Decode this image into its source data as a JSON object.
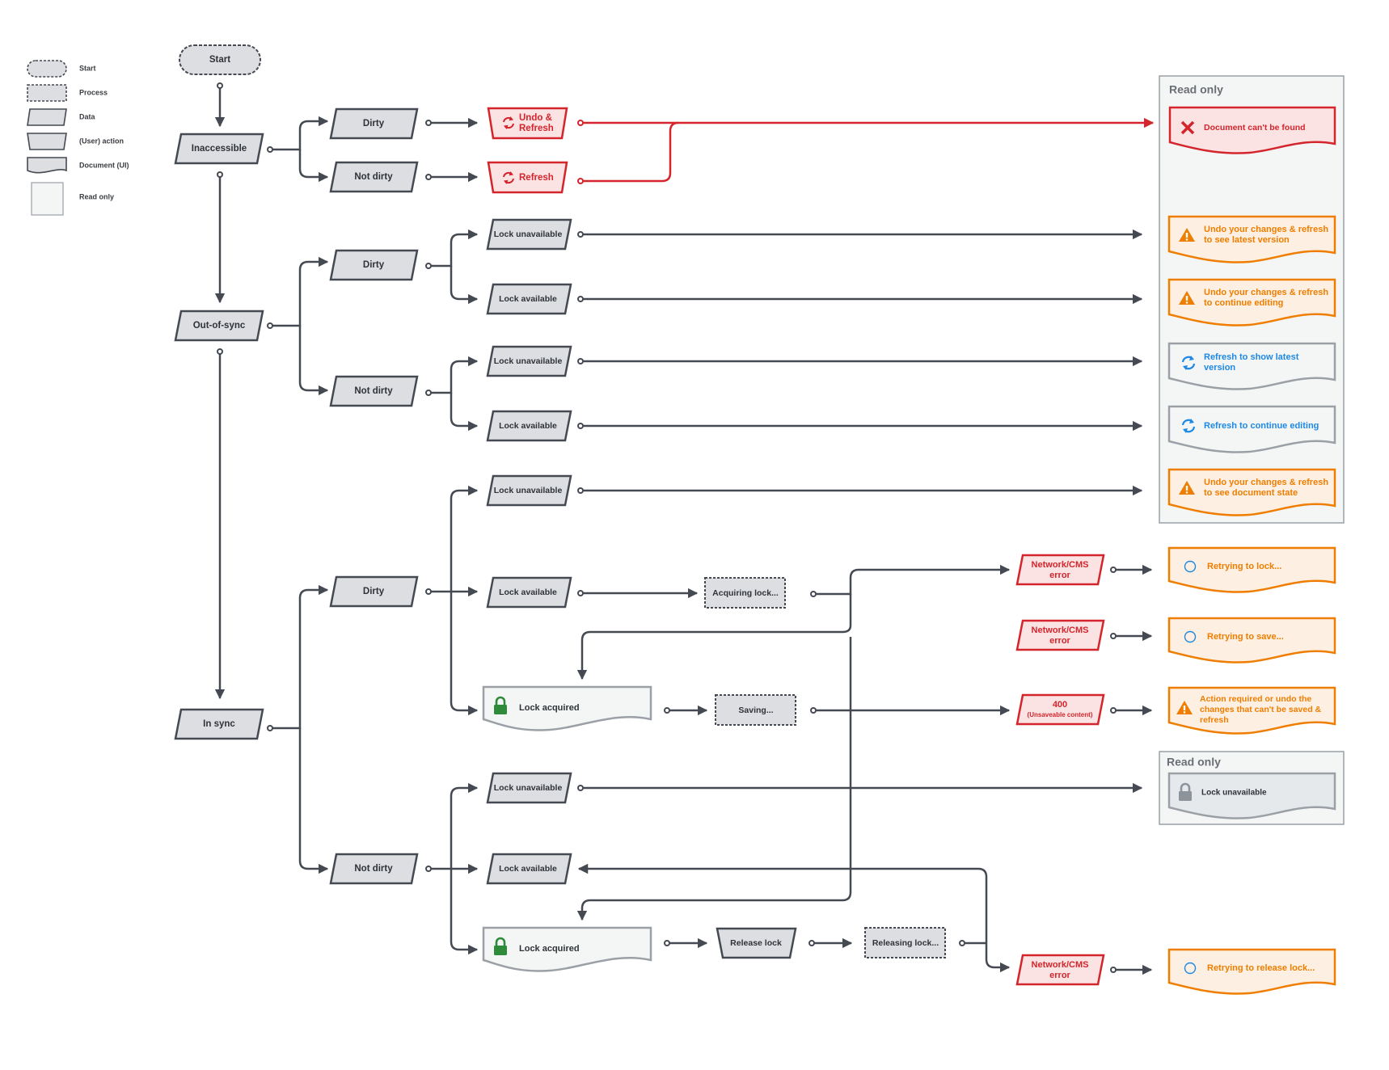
{
  "legend": {
    "start": "Start",
    "process": "Process",
    "data": "Data",
    "action": "(User) action",
    "document": "Document (UI)",
    "readonly": "Read only"
  },
  "nodes": {
    "start": "Start",
    "inaccessible": "Inaccessible",
    "out_of_sync": "Out-of-sync",
    "in_sync": "In sync",
    "dirty": "Dirty",
    "not_dirty": "Not dirty",
    "undo_refresh_1": "Undo &",
    "undo_refresh_2": "Refresh",
    "refresh": "Refresh",
    "lock_unavailable": "Lock unavailable",
    "lock_available": "Lock available",
    "lock_acquired": "Lock acquired",
    "acquiring_lock": "Acquiring lock...",
    "saving": "Saving...",
    "release_lock": "Release lock",
    "releasing_lock": "Releasing lock...",
    "network_error_1": "Network/CMS",
    "network_error_2": "error",
    "code_400": "400",
    "unsaveable": "(Unsaveable content)"
  },
  "outcomes": {
    "readonly_title": "Read only",
    "doc_not_found": "Document can't be found",
    "undo_latest_1": "Undo your changes & refresh",
    "undo_latest_2": "to see latest version",
    "undo_continue_1": "Undo your changes & refresh",
    "undo_continue_2": "to continue editing",
    "refresh_latest_1": "Refresh to show latest",
    "refresh_latest_2": "version",
    "refresh_continue": "Refresh to continue editing",
    "undo_state_1": "Undo your changes & refresh",
    "undo_state_2": "to see document state",
    "retry_lock": "Retrying to lock...",
    "retry_save": "Retrying to save...",
    "action_required_1": "Action required or undo the",
    "action_required_2": "changes that can't be saved &",
    "action_required_3": "refresh",
    "lock_unavailable": "Lock unavailable",
    "retry_release": "Retrying to release lock..."
  },
  "colors": {
    "line": "#454a52",
    "error": "#d3252b",
    "warning": "#ef7d00",
    "info": "#1e88e5",
    "lock_green": "#2e8b3a",
    "node_fill": "#dcdee2"
  },
  "icons": [
    "x-icon",
    "warning-icon",
    "refresh-icon",
    "spinner-icon",
    "lock-icon"
  ]
}
